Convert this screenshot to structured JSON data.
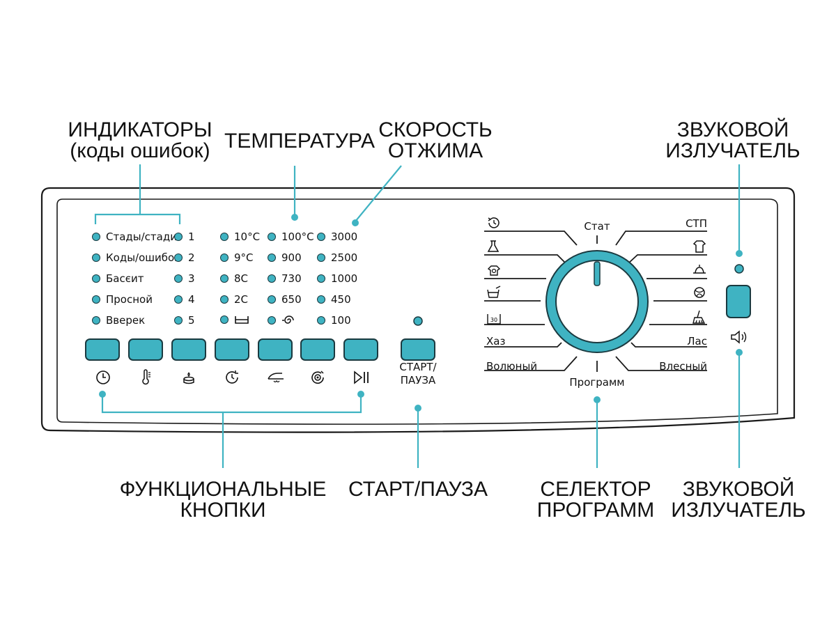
{
  "callouts": {
    "indicators": [
      "ИНДИКАТОРЫ",
      "(коды ошибок)"
    ],
    "temperature": [
      "ТЕМПЕРАТУРА"
    ],
    "spin": [
      "СКОРОСТЬ",
      "ОТЖИМА"
    ],
    "buzzer_top": [
      "ЗВУКОВОЙ",
      "ИЗЛУЧАТЕЛЬ"
    ],
    "function_buttons": [
      "ФУНКЦИОНАЛЬНЫЕ",
      "КНОПКИ"
    ],
    "start_pause": [
      "СТАРТ/ПАУЗА"
    ],
    "selector": [
      "СЕЛЕКТОР",
      "ПРОГРАММ"
    ],
    "buzzer_bottom": [
      "ЗВУКОВОЙ",
      "ИЗЛУЧАТЕЛЬ"
    ]
  },
  "indicators": {
    "col1": [
      "Стады/стади",
      "Коды/ошибок",
      "Басєит",
      "Просной",
      "Вверек"
    ],
    "col2": [
      "1",
      "2",
      "3",
      "4",
      "5"
    ],
    "temp_a": [
      "10°C",
      "9°C",
      "8C",
      "2C"
    ],
    "temp_b": [
      "100°C",
      "900",
      "730",
      "650"
    ],
    "spin": [
      "3000",
      "2500",
      "1000",
      "450",
      "100"
    ],
    "temp_a_icon": "basin-icon",
    "temp_b_icon": "spiral-icon"
  },
  "function_icons": [
    "clock-icon",
    "thermometer-icon",
    "candle-icon",
    "timer-icon",
    "iron-icon",
    "target-icon",
    "play-pause-icon"
  ],
  "start_button": {
    "label_line1": "СТАРТ/",
    "label_line2": "ПАУЗА"
  },
  "program_selector": {
    "top_label": "Стат",
    "bottom_label": "Программ",
    "left_labels": [
      "Хаз",
      "Волюный"
    ],
    "right_labels": [
      "СТП",
      "Лас",
      "Влесный"
    ],
    "left_icons": [
      "history-icon",
      "flask-icon",
      "shirt-stain-icon",
      "basin-hand-icon",
      "basin-30-icon"
    ],
    "right_icons": [
      "tshirt-icon",
      "hat-icon",
      "ball-icon",
      "broom-icon"
    ]
  },
  "buzzer": {
    "icon": "speaker-icon"
  },
  "colors": {
    "accent": "#3fb3c2",
    "outline": "#1a3a40"
  }
}
